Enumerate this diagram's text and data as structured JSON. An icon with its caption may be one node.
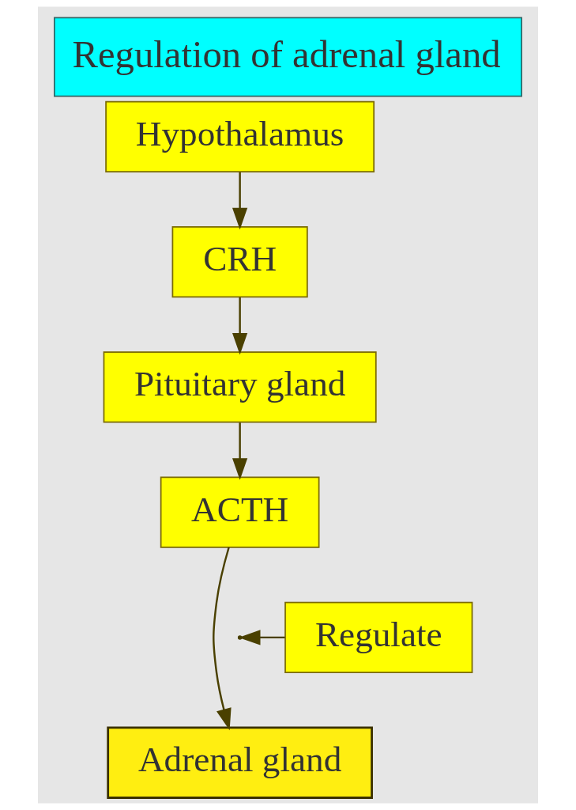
{
  "diagram": {
    "title": "Regulation of adrenal gland",
    "nodes": [
      {
        "text": [
          "Hypothalamus"
        ]
      },
      {
        "text": [
          "CRH"
        ]
      },
      {
        "text": [
          "Pituitary gland"
        ]
      },
      {
        "text": [
          "ACTH"
        ]
      },
      {
        "text": [
          "Adrenal gland"
        ]
      },
      {
        "text": [
          "Regulate"
        ]
      }
    ],
    "edges": [
      {
        "from": 0,
        "to": 1,
        "arrow": "to"
      },
      {
        "from": 1,
        "to": 2,
        "arrow": "to"
      },
      {
        "from": 2,
        "to": 3,
        "arrow": "to"
      },
      {
        "from": 3,
        "to": 4,
        "arrow": "to"
      },
      {
        "from": 5,
        "to": null,
        "arrow": "to"
      }
    ]
  }
}
